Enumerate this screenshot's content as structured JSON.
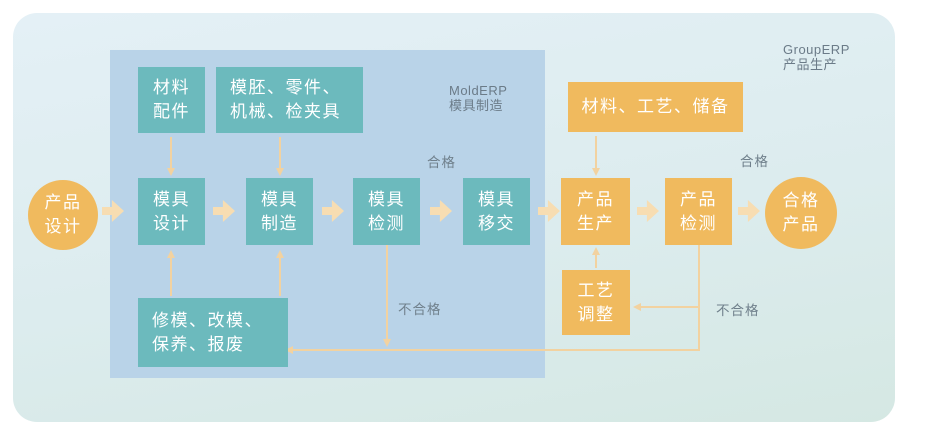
{
  "header": {
    "mold_erp": {
      "line1": "MoldERP",
      "line2": "模具制造"
    },
    "group_erp": {
      "line1": "GroupERP",
      "line2": "产品生产"
    }
  },
  "nodes": {
    "product_design": {
      "line1": "产品",
      "line2": "设计"
    },
    "material_parts": {
      "line1": "材料",
      "line2": "配件"
    },
    "mold_inputs": {
      "line1": "模胚、零件、",
      "line2": "机械、检夹具"
    },
    "mold_design": {
      "line1": "模具",
      "line2": "设计"
    },
    "mold_making": {
      "line1": "模具",
      "line2": "制造"
    },
    "mold_inspection": {
      "line1": "模具",
      "line2": "检测"
    },
    "mold_handover": {
      "line1": "模具",
      "line2": "移交"
    },
    "mold_repair": {
      "line1": "修模、改模、",
      "line2": "保养、报废"
    },
    "production_inputs": {
      "label": "材料、工艺、储备"
    },
    "product_production": {
      "line1": "产品",
      "line2": "生产"
    },
    "product_inspection": {
      "line1": "产品",
      "line2": "检测"
    },
    "process_adjust": {
      "line1": "工艺",
      "line2": "调整"
    },
    "qualified_product": {
      "line1": "合格",
      "line2": "产品"
    }
  },
  "edge_labels": {
    "pass_mold": "合格",
    "pass_product": "合格",
    "fail_mold": "不合格",
    "fail_product": "不合格"
  },
  "colors": {
    "teal": "#6cbabd",
    "orange": "#f0ba5e",
    "panel_blue": "#b9d3e8",
    "block_arrow": "#f7ddb2",
    "connector": "#f2d2a0",
    "label_gray": "#70808c",
    "card_top": "#e4f0f6",
    "card_bottom": "#d5e8e3"
  }
}
